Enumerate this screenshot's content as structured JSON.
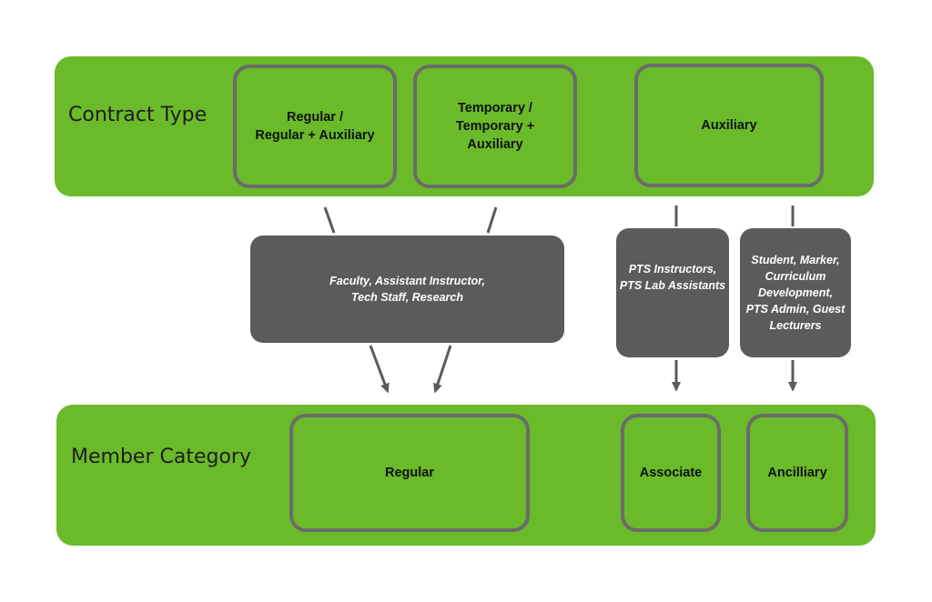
{
  "contract_type": {
    "label": "Contract Type",
    "items": [
      {
        "label": "Regular /\nRegular + Auxiliary"
      },
      {
        "label": "Temporary /\nTemporary +\nAuxiliary"
      },
      {
        "label": "Auxiliary"
      }
    ]
  },
  "roles": [
    {
      "label": "Faculty, Assistant Instructor,\nTech Staff, Research"
    },
    {
      "label": "PTS Instructors,\nPTS Lab Assistants"
    },
    {
      "label": "Student, Marker,\nCurriculum\nDevelopment,\nPTS Admin, Guest\nLecturers"
    }
  ],
  "member_category": {
    "label": "Member Category",
    "items": [
      {
        "label": "Regular"
      },
      {
        "label": "Associate"
      },
      {
        "label": "Ancilliary"
      }
    ]
  },
  "colors": {
    "band_green": "#6aba2a",
    "box_border": "#6b6b6b",
    "role_gray": "#5b5b5b"
  }
}
